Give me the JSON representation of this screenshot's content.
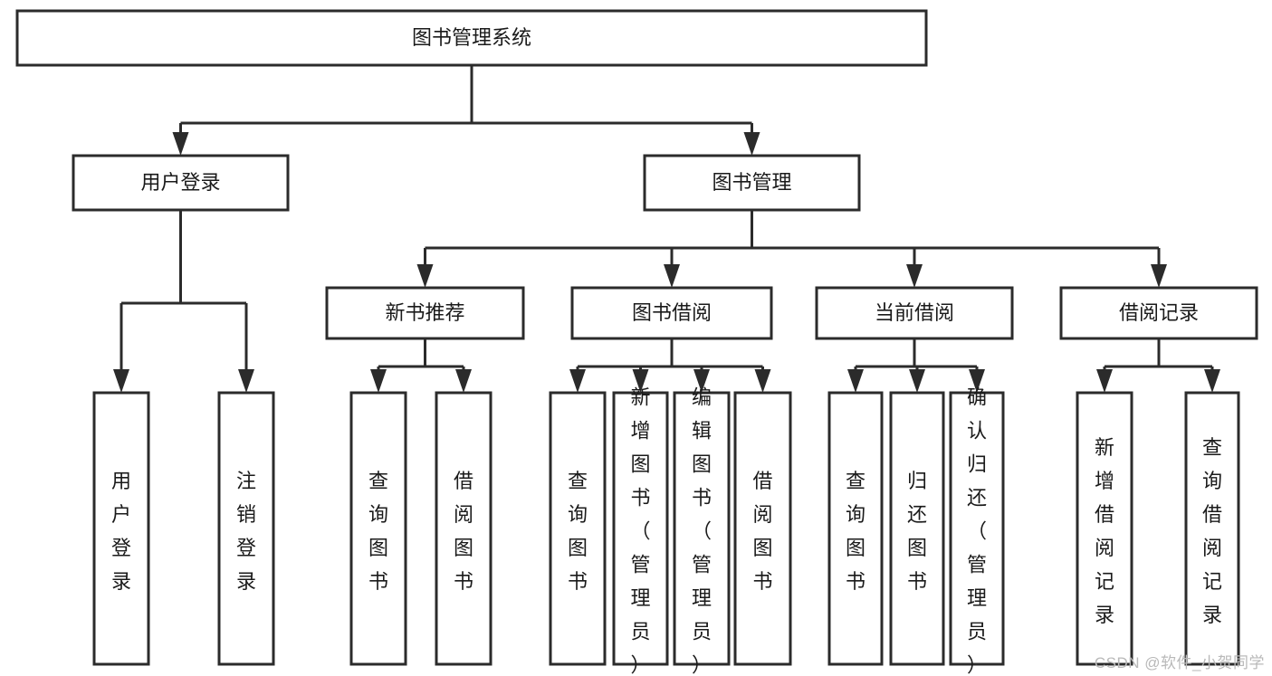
{
  "diagram": {
    "type": "tree-hierarchy",
    "orientation": "top-down",
    "title": "图书管理系统",
    "colors": {
      "box_fill": "#ffffff",
      "box_stroke": "#2b2b2b",
      "text": "#1a1a1a",
      "watermark": "#b9b9b9",
      "background": "#ffffff"
    },
    "levels": 4,
    "nodes": {
      "root": {
        "label": "图书管理系统",
        "text_orientation": "horizontal"
      },
      "l1": [
        {
          "id": "user-login",
          "label": "用户登录",
          "text_orientation": "horizontal"
        },
        {
          "id": "book-manage",
          "label": "图书管理",
          "text_orientation": "horizontal"
        }
      ],
      "l2": [
        {
          "id": "new-book-rec",
          "label": "新书推荐",
          "text_orientation": "horizontal"
        },
        {
          "id": "book-borrow",
          "label": "图书借阅",
          "text_orientation": "horizontal"
        },
        {
          "id": "current-borrow",
          "label": "当前借阅",
          "text_orientation": "horizontal"
        },
        {
          "id": "borrow-record",
          "label": "借阅记录",
          "text_orientation": "horizontal"
        }
      ],
      "leaves": [
        {
          "id": "leaf-user-login",
          "label": "用户登录",
          "parent": "user-login",
          "text_orientation": "vertical"
        },
        {
          "id": "leaf-logout",
          "label": "注销登录",
          "parent": "user-login",
          "text_orientation": "vertical"
        },
        {
          "id": "leaf-query-book-1",
          "label": "查询图书",
          "parent": "new-book-rec",
          "text_orientation": "vertical"
        },
        {
          "id": "leaf-borrow-book-1",
          "label": "借阅图书",
          "parent": "new-book-rec",
          "text_orientation": "vertical"
        },
        {
          "id": "leaf-query-book-2",
          "label": "查询图书",
          "parent": "book-borrow",
          "text_orientation": "vertical"
        },
        {
          "id": "leaf-add-book",
          "label": "新增图书（管理员）",
          "parent": "book-borrow",
          "text_orientation": "vertical"
        },
        {
          "id": "leaf-edit-book",
          "label": "编辑图书（管理员）",
          "parent": "book-borrow",
          "text_orientation": "vertical"
        },
        {
          "id": "leaf-borrow-book-2",
          "label": "借阅图书",
          "parent": "book-borrow",
          "text_orientation": "vertical"
        },
        {
          "id": "leaf-query-book-3",
          "label": "查询图书",
          "parent": "current-borrow",
          "text_orientation": "vertical"
        },
        {
          "id": "leaf-return-book",
          "label": "归还图书",
          "parent": "current-borrow",
          "text_orientation": "vertical"
        },
        {
          "id": "leaf-confirm-return",
          "label": "确认归还（管理员）",
          "parent": "current-borrow",
          "text_orientation": "vertical"
        },
        {
          "id": "leaf-add-record",
          "label": "新增借阅记录",
          "parent": "borrow-record",
          "text_orientation": "vertical"
        },
        {
          "id": "leaf-query-record",
          "label": "查询借阅记录",
          "parent": "borrow-record",
          "text_orientation": "vertical"
        }
      ]
    }
  },
  "watermark": {
    "text": "CSDN @软件_小贺同学"
  }
}
